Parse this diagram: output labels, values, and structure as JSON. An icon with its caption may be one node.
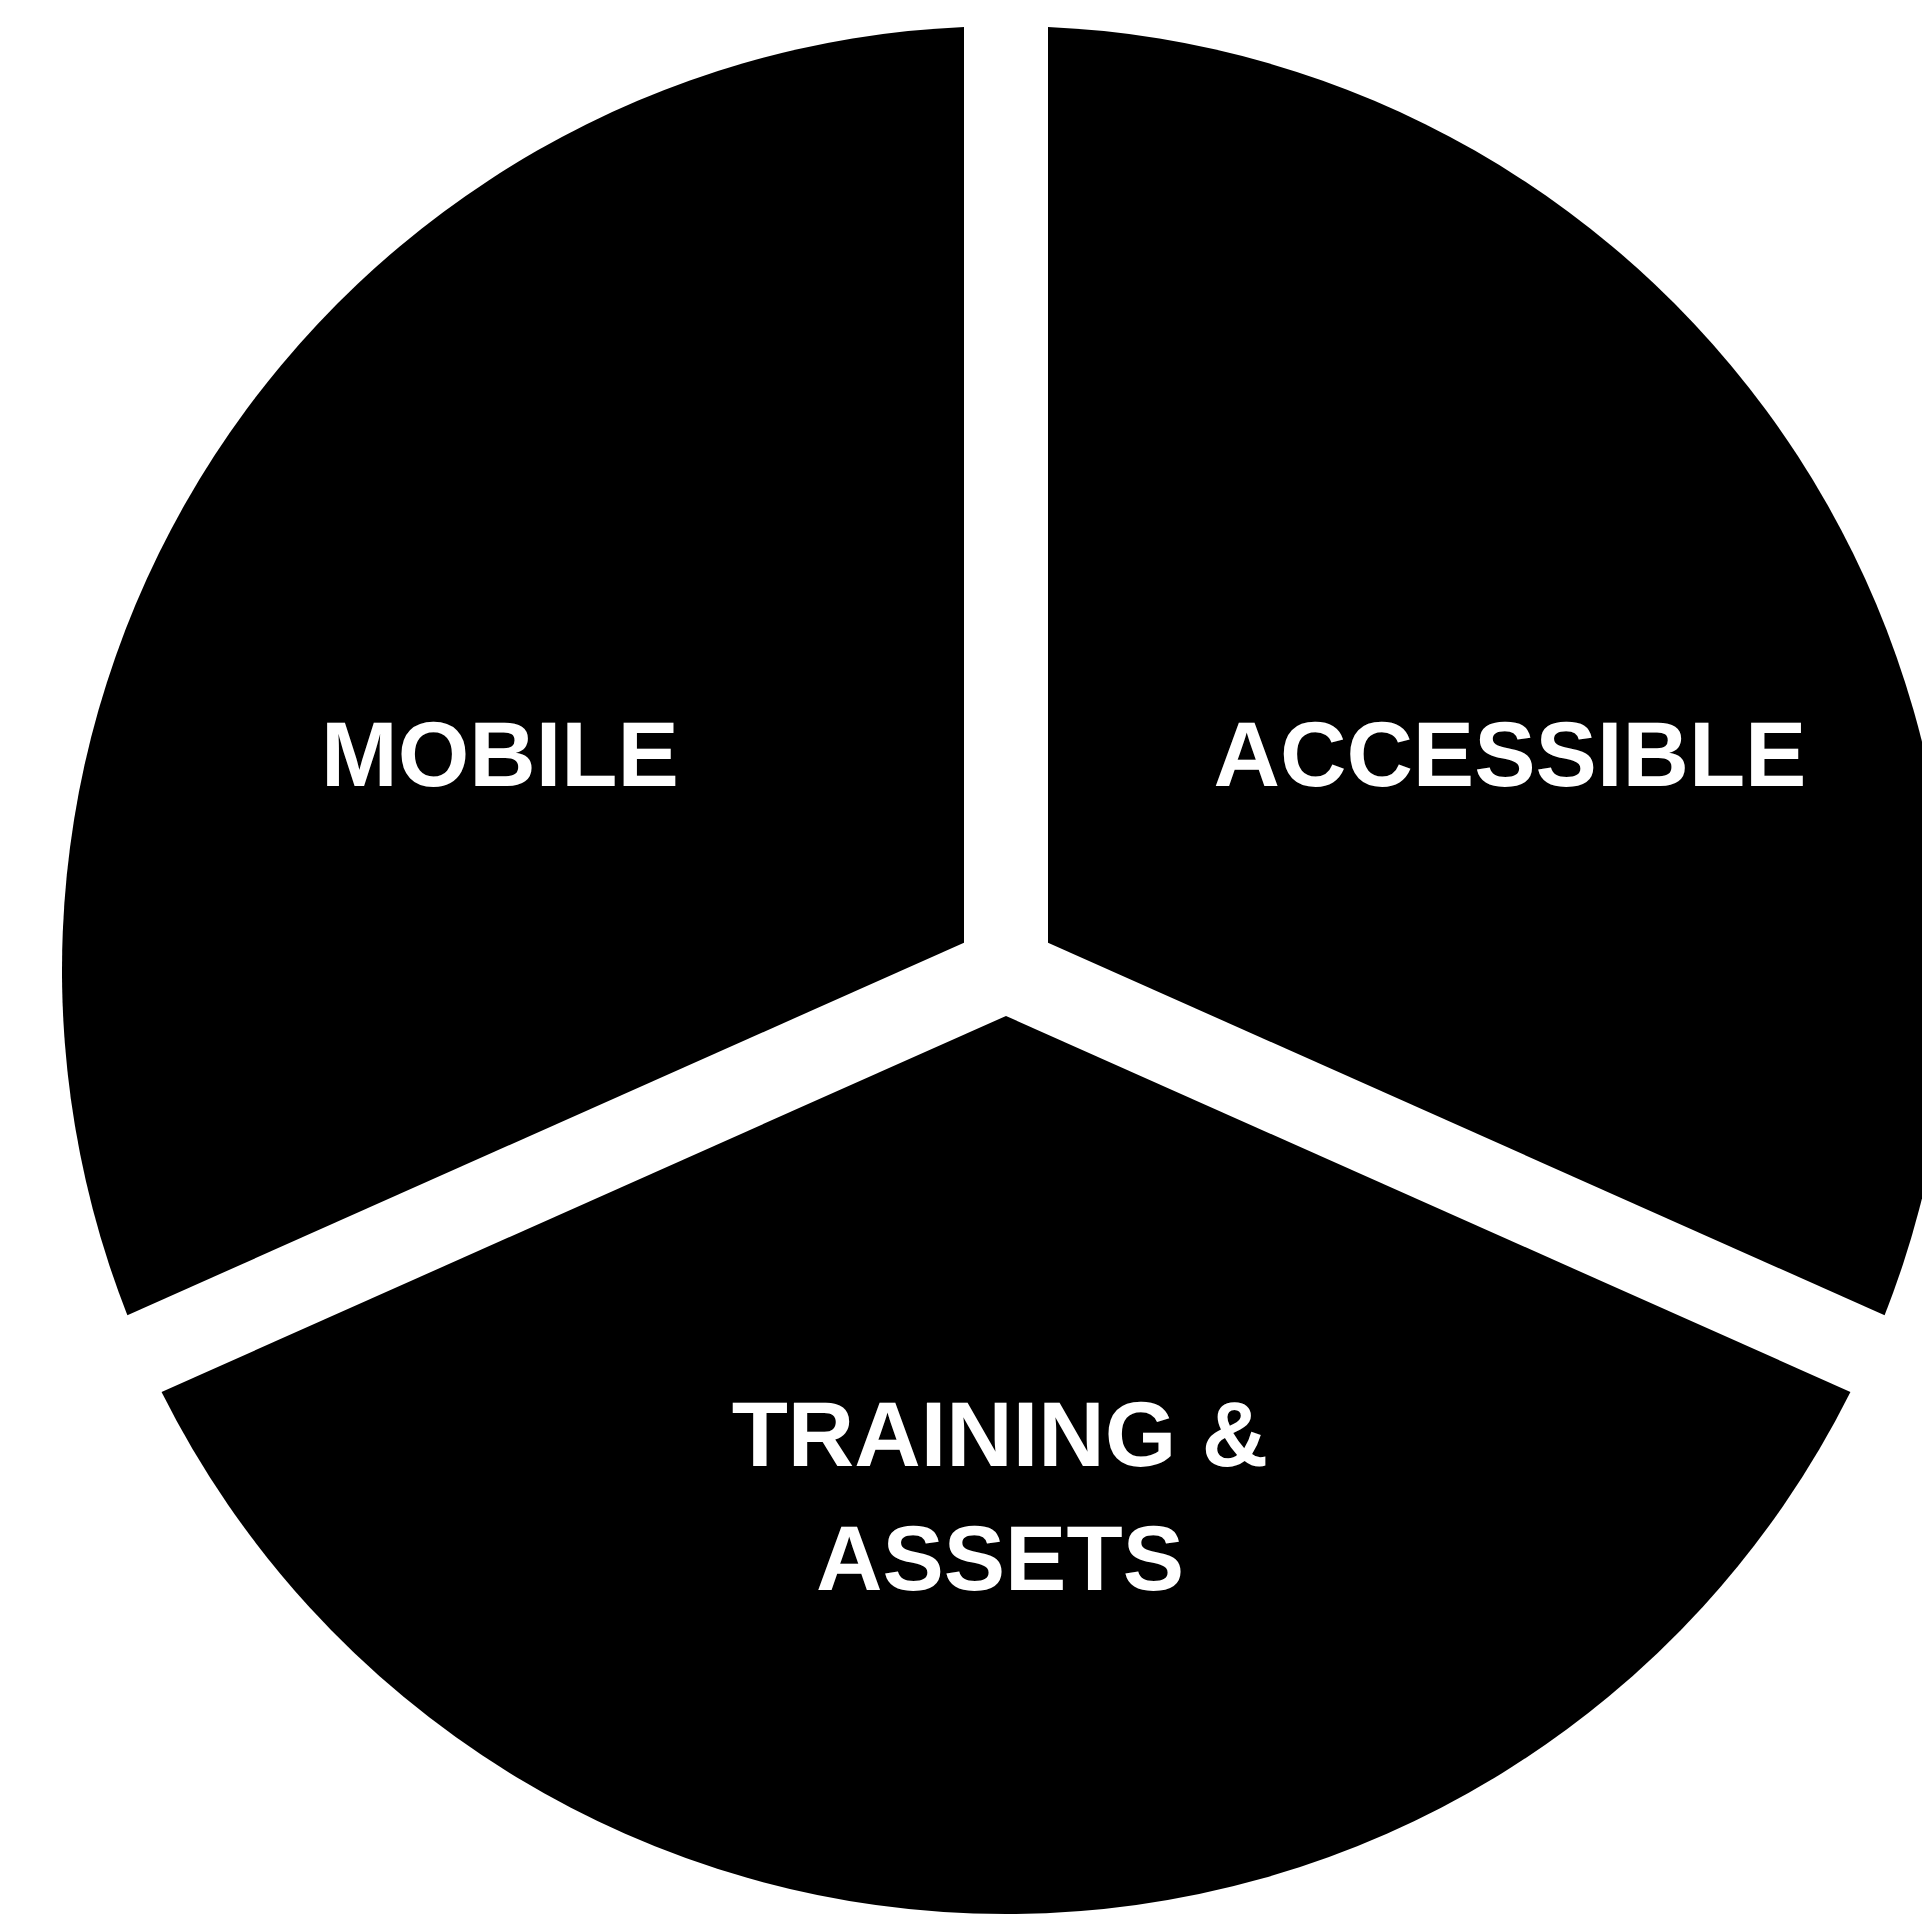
{
  "diagram": {
    "nodes": [
      {
        "text": [
          "MOBILE"
        ]
      },
      {
        "text": [
          "ACCESSIBLE"
        ]
      },
      {
        "text": [
          "TRAINING & ASSETS"
        ]
      }
    ]
  }
}
